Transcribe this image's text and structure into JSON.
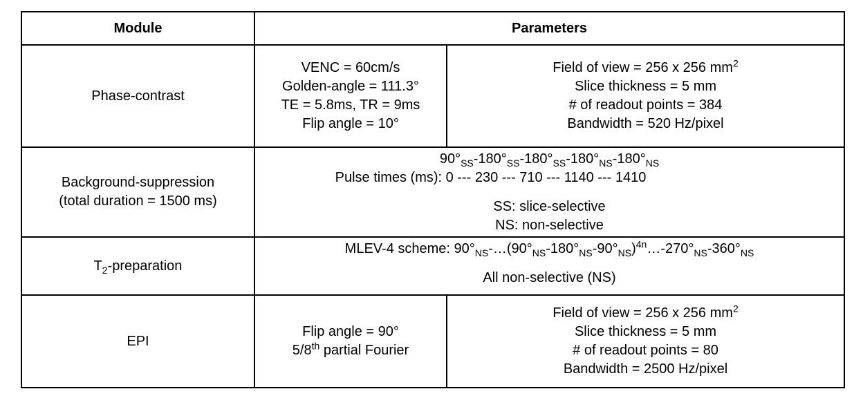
{
  "header": {
    "module": "Module",
    "parameters": "Parameters"
  },
  "rows": {
    "phase_contrast": {
      "module": "Phase-contrast",
      "sequence": {
        "venc": "VENC = 60cm/s",
        "golden_angle": "Golden-angle = 111.3°",
        "te_tr": "TE = 5.8ms, TR = 9ms",
        "flip_angle": "Flip angle = 10°"
      },
      "geometry": {
        "fov": [
          {
            "t": "Field of view = 256 x 256 mm"
          },
          {
            "t": "2",
            "s": "sup"
          }
        ],
        "slice_thickness": "Slice thickness = 5 mm",
        "readout_points": "# of readout points = 384",
        "bandwidth": "Bandwidth = 520 Hz/pixel"
      }
    },
    "background_suppression": {
      "module_line1": "Background-suppression",
      "module_line2": "(total duration = 1500 ms)",
      "pulse_train": [
        {
          "t": "90°"
        },
        {
          "t": "SS",
          "s": "sub"
        },
        {
          "t": "-180°"
        },
        {
          "t": "SS",
          "s": "sub"
        },
        {
          "t": "-180°"
        },
        {
          "t": "SS",
          "s": "sub"
        },
        {
          "t": "-180°"
        },
        {
          "t": "NS",
          "s": "sub"
        },
        {
          "t": "-180°"
        },
        {
          "t": "NS",
          "s": "sub"
        }
      ],
      "pulse_times": "Pulse times (ms): 0 --- 230 --- 710 --- 1140 --- 1410",
      "legend_ss": "SS: slice-selective",
      "legend_ns": "NS: non-selective"
    },
    "t2_preparation": {
      "module": [
        {
          "t": "T"
        },
        {
          "t": "2",
          "s": "sub"
        },
        {
          "t": "-preparation"
        }
      ],
      "scheme": [
        {
          "t": "MLEV-4 scheme: 90°"
        },
        {
          "t": "NS",
          "s": "sub"
        },
        {
          "t": "-…(90°"
        },
        {
          "t": "NS",
          "s": "sub"
        },
        {
          "t": "-180°"
        },
        {
          "t": "NS",
          "s": "sub"
        },
        {
          "t": "-90°"
        },
        {
          "t": "NS",
          "s": "sub"
        },
        {
          "t": ")"
        },
        {
          "t": "4n",
          "s": "sup"
        },
        {
          "t": "…-270°"
        },
        {
          "t": "NS",
          "s": "sub"
        },
        {
          "t": "-360°"
        },
        {
          "t": "NS",
          "s": "sub"
        }
      ],
      "note": "All non-selective (NS)"
    },
    "epi": {
      "module": "EPI",
      "sequence": {
        "flip_angle": "Flip angle = 90°",
        "partial_fourier": [
          {
            "t": "5/8"
          },
          {
            "t": "th",
            "s": "sup"
          },
          {
            "t": " partial Fourier"
          }
        ]
      },
      "geometry": {
        "fov": [
          {
            "t": "Field of view = 256 x 256 mm"
          },
          {
            "t": "2",
            "s": "sup"
          }
        ],
        "slice_thickness": "Slice thickness = 5 mm",
        "readout_points": "# of readout points = 80",
        "bandwidth": "Bandwidth = 2500 Hz/pixel"
      }
    }
  }
}
